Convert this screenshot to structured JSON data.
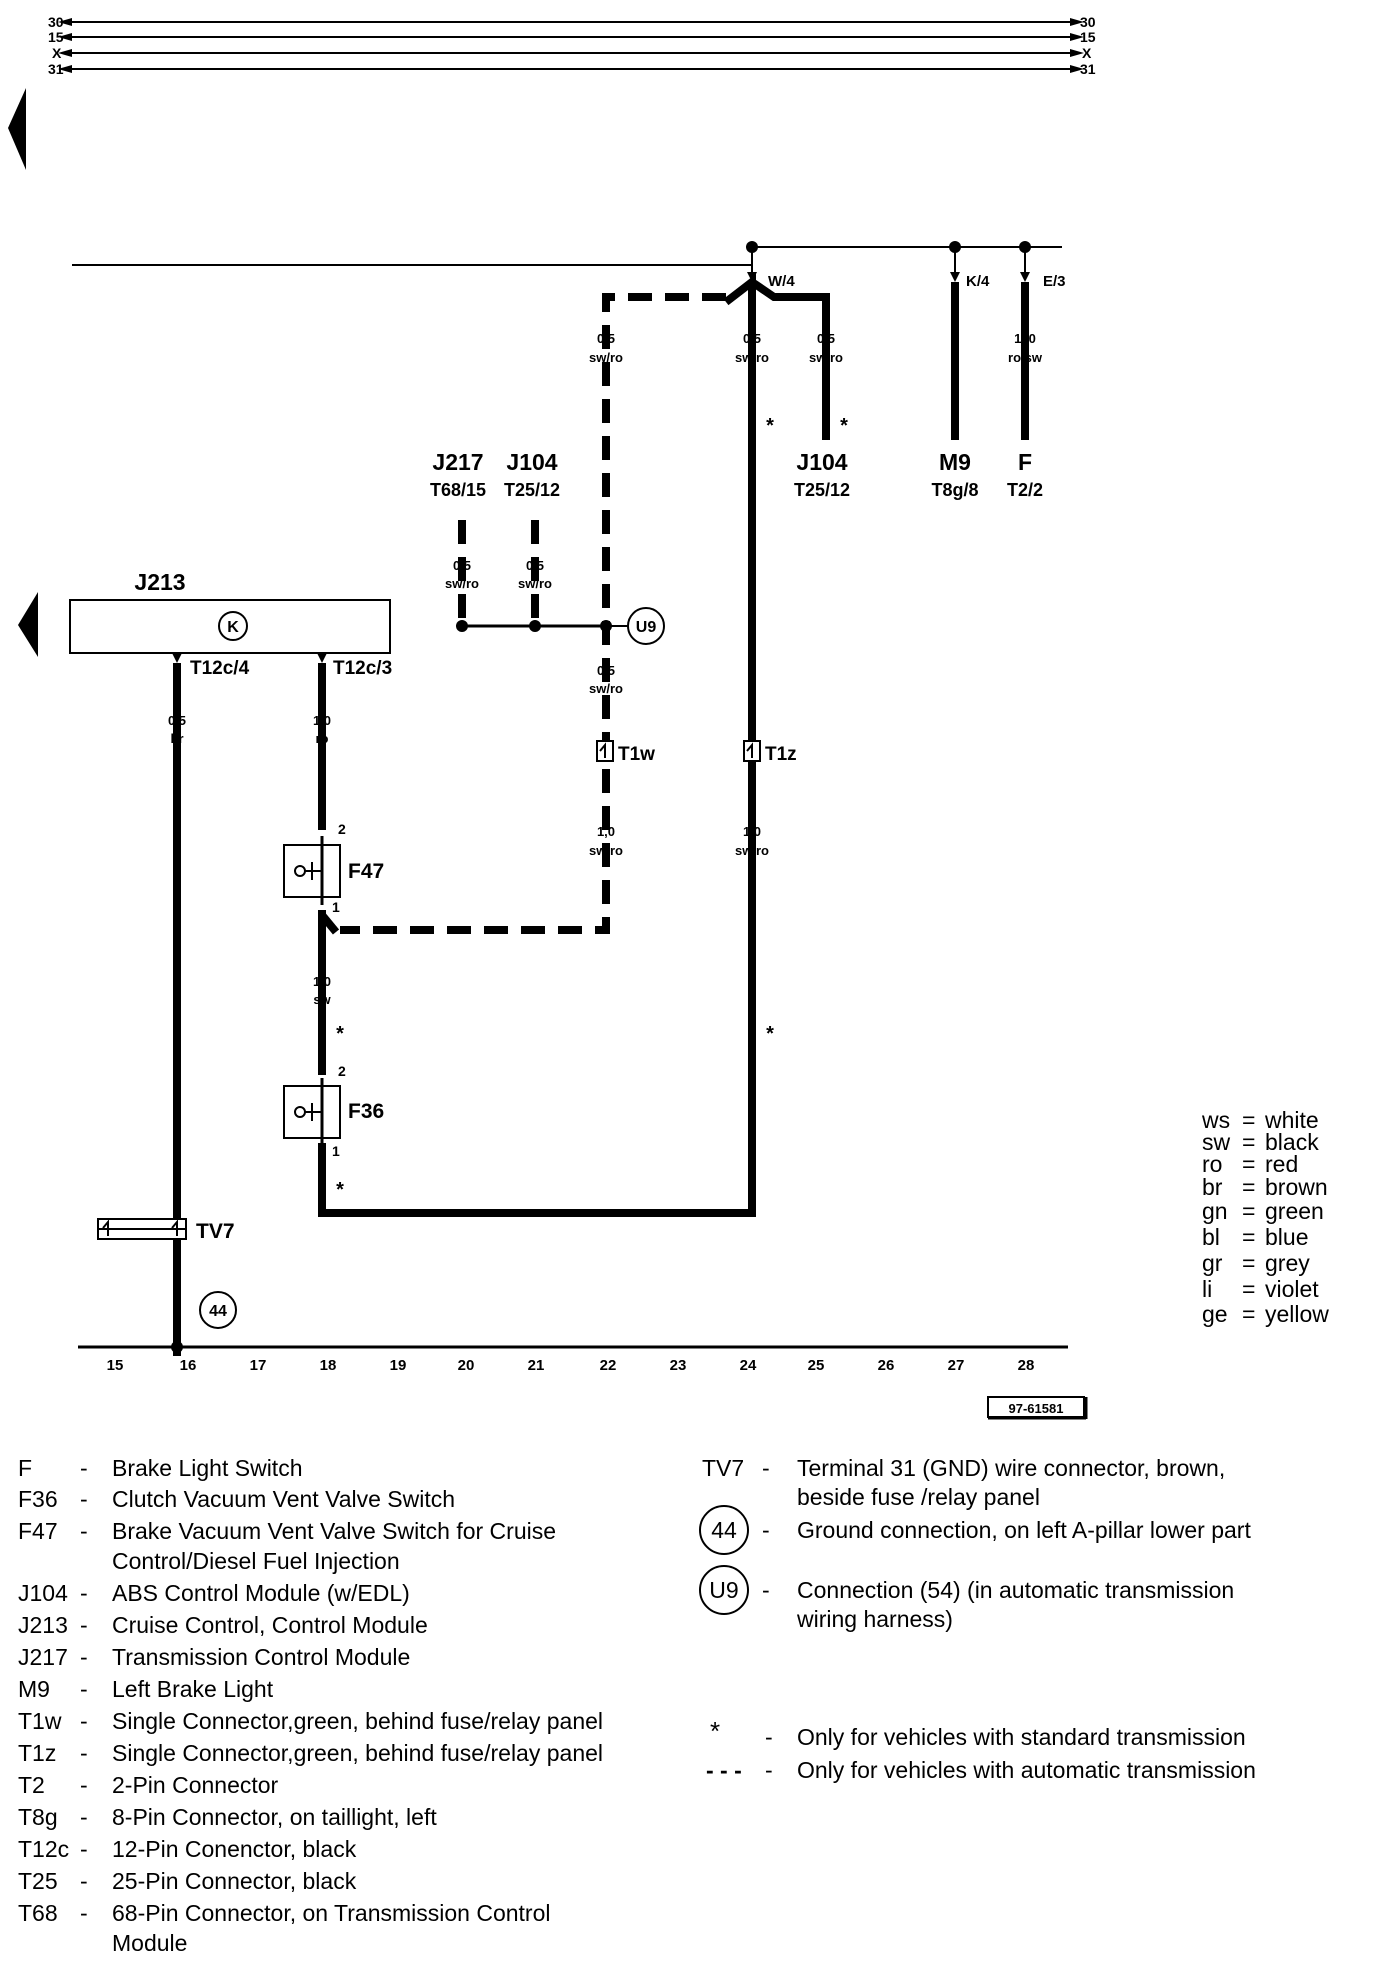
{
  "bus_labels": {
    "left": [
      "30",
      "15",
      "X",
      "31"
    ],
    "right": [
      "30",
      "15",
      "X",
      "31"
    ]
  },
  "components": {
    "j213": "J213",
    "j217_top": "J217",
    "j104_top": "J104",
    "j104_right": "J104",
    "m9": "M9",
    "f": "F",
    "f47": "F47",
    "f36": "F36",
    "tv7": "TV7",
    "t1w": "T1w",
    "t1z": "T1z",
    "u9": "U9",
    "ground_44": "44",
    "k_symbol": "K"
  },
  "pins": {
    "t68_15": "T68/15",
    "t25_12_left": "T25/12",
    "t25_12_right": "T25/12",
    "t8g_8": "T8g/8",
    "t2_2": "T2/2",
    "t12c_4": "T12c/4",
    "t12c_3": "T12c/3",
    "w4": "W/4",
    "k4": "K/4",
    "e3": "E/3",
    "f47_pin2": "2",
    "f47_pin1": "1",
    "f36_pin2": "2",
    "f36_pin1": "1"
  },
  "wires": [
    {
      "id": "dashed-top",
      "gauge": "0,5",
      "color": "sw/ro"
    },
    {
      "id": "w4",
      "gauge": "0,5",
      "color": "sw/ro"
    },
    {
      "id": "j104-right",
      "gauge": "0,5",
      "color": "sw/ro"
    },
    {
      "id": "e3",
      "gauge": "1.,0",
      "color": "ro/sw"
    },
    {
      "id": "j217",
      "gauge": "0,5",
      "color": "sw/ro"
    },
    {
      "id": "j104-left",
      "gauge": "0,5",
      "color": "sw/ro"
    },
    {
      "id": "u9-down",
      "gauge": "0,5",
      "color": "sw/ro"
    },
    {
      "id": "t1w-down",
      "gauge": "1,0",
      "color": "sw/ro"
    },
    {
      "id": "t1z-down",
      "gauge": "1,0",
      "color": "sw/ro"
    },
    {
      "id": "t12c4",
      "gauge": "0,5",
      "color": "br"
    },
    {
      "id": "t12c3",
      "gauge": "1,0",
      "color": "ro"
    },
    {
      "id": "f47-f36",
      "gauge": "1,0",
      "color": "sw"
    }
  ],
  "star_marks": [
    "*",
    "*",
    "*",
    "*",
    "*"
  ],
  "locations": [
    "15",
    "16",
    "17",
    "18",
    "19",
    "20",
    "21",
    "22",
    "23",
    "24",
    "25",
    "26",
    "27",
    "28"
  ],
  "diagram_ref": "97-61581",
  "color_codes": [
    {
      "code": "ws",
      "name": "white"
    },
    {
      "code": "sw",
      "name": "black"
    },
    {
      "code": "ro",
      "name": "red"
    },
    {
      "code": "br",
      "name": "brown"
    },
    {
      "code": "gn",
      "name": "green"
    },
    {
      "code": "bl",
      "name": "blue"
    },
    {
      "code": "gr",
      "name": "grey"
    },
    {
      "code": "li",
      "name": "violet"
    },
    {
      "code": "ge",
      "name": "yellow"
    }
  ],
  "legend_left": [
    {
      "code": "F",
      "desc": [
        "Brake Light Switch"
      ]
    },
    {
      "code": "F36",
      "desc": [
        "Clutch Vacuum Vent Valve Switch"
      ]
    },
    {
      "code": "F47",
      "desc": [
        "Brake Vacuum Vent Valve Switch for Cruise",
        "Control/Diesel Fuel Injection"
      ]
    },
    {
      "code": "J104",
      "desc": [
        "ABS Control Module (w/EDL)"
      ]
    },
    {
      "code": "J213",
      "desc": [
        "Cruise Control, Control Module"
      ]
    },
    {
      "code": "J217",
      "desc": [
        "Transmission Control Module"
      ]
    },
    {
      "code": "M9",
      "desc": [
        "Left Brake Light"
      ]
    },
    {
      "code": "T1w",
      "desc": [
        "Single Connector,green, behind fuse/relay panel"
      ]
    },
    {
      "code": "T1z",
      "desc": [
        "Single Connector,green, behind fuse/relay panel"
      ]
    },
    {
      "code": "T2",
      "desc": [
        "2-Pin Connector"
      ]
    },
    {
      "code": "T8g",
      "desc": [
        "8-Pin Connector, on taillight, left"
      ]
    },
    {
      "code": "T12c",
      "desc": [
        "12-Pin Conenctor, black"
      ]
    },
    {
      "code": "T25",
      "desc": [
        "25-Pin Connector, black"
      ]
    },
    {
      "code": "T68",
      "desc": [
        "68-Pin Connector, on Transmission Control",
        "Module"
      ]
    }
  ],
  "legend_right": [
    {
      "code": "TV7",
      "desc": [
        "Terminal 31 (GND) wire connector, brown,",
        "beside fuse /relay panel"
      ]
    },
    {
      "code": "44",
      "desc": [
        "Ground connection, on left A-pillar lower part"
      ]
    },
    {
      "code": "U9",
      "desc": [
        "Connection (54) (in automatic transmission",
        "wiring harness)"
      ]
    }
  ],
  "notes": [
    {
      "symbol": "*",
      "text": "Only for vehicles with standard transmission"
    },
    {
      "symbol": "- - -",
      "text": "Only for vehicles with automatic transmission"
    }
  ],
  "separator": "-"
}
